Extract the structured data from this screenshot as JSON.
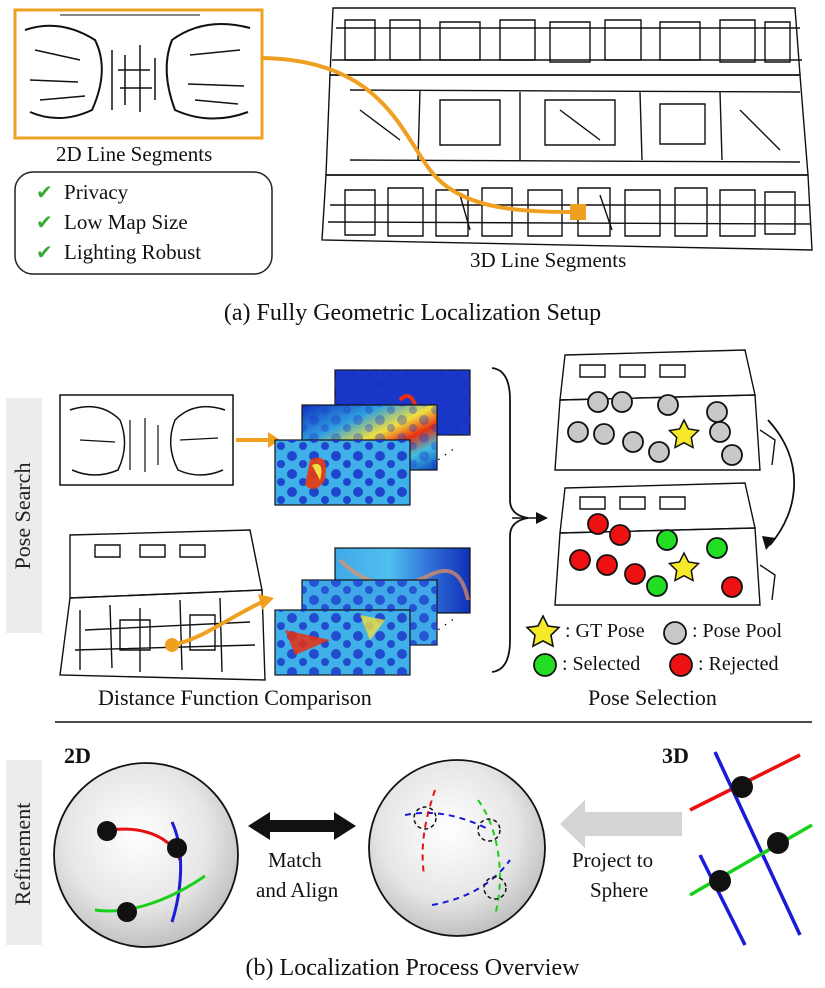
{
  "top": {
    "label_2d": "2D Line Segments",
    "label_3d": "3D Line Segments",
    "benefits": [
      {
        "check": "✔",
        "text": "Privacy"
      },
      {
        "check": "✔",
        "text": "Low Map Size"
      },
      {
        "check": "✔",
        "text": "Lighting Robust"
      }
    ],
    "caption": "(a) Fully Geometric Localization Setup"
  },
  "middle": {
    "side_label": "Pose Search",
    "left_caption": "Distance Function Comparison",
    "right_caption": "Pose Selection",
    "legend": [
      {
        "symbol": "star",
        "text": ": GT Pose"
      },
      {
        "symbol": "gray-circle",
        "text": ": Pose Pool"
      },
      {
        "symbol": "green-circle",
        "text": ": Selected"
      },
      {
        "symbol": "red-circle",
        "text": ": Rejected"
      }
    ],
    "ellipsis": "· · ·"
  },
  "bottom": {
    "side_label": "Refinement",
    "label_2d": "2D",
    "label_3d": "3D",
    "match_text_1": "Match",
    "match_text_2": "and Align",
    "project_text_1": "Project to",
    "project_text_2": "Sphere",
    "caption": "(b) Localization Process Overview"
  },
  "colors": {
    "orange": "#f0a020",
    "green_check": "#3aaa35",
    "pool_gray": "#c8c8c8",
    "selected_green": "#22dd22",
    "rejected_red": "#ee1111",
    "star_yellow": "#f5e92a",
    "line_red": "#e81010",
    "line_blue": "#1a1ad8",
    "line_green": "#18d018",
    "arrow_gray": "#d4d4d4"
  }
}
